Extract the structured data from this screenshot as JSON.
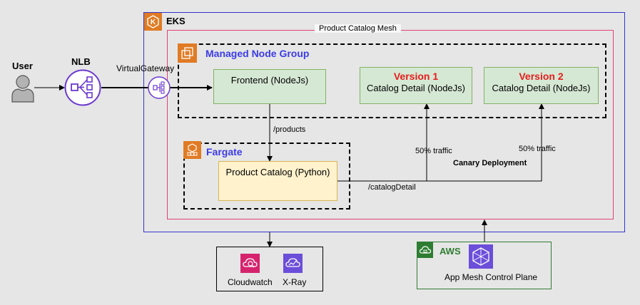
{
  "user": {
    "label": "User"
  },
  "nlb": {
    "label": "NLB"
  },
  "virtual_gateway": {
    "label": "VirtualGateway"
  },
  "eks": {
    "label": "EKS"
  },
  "mesh": {
    "label": "Product Catalog Mesh"
  },
  "node_group": {
    "label": "Managed Node Group"
  },
  "frontend": {
    "label": "Frontend (NodeJs)"
  },
  "version1": {
    "title": "Version 1",
    "label": "Catalog Detail (NodeJs)"
  },
  "version2": {
    "title": "Version 2",
    "label": "Catalog Detail (NodeJs)"
  },
  "fargate": {
    "label": "Fargate"
  },
  "product_catalog": {
    "label": "Product Catalog (Python)"
  },
  "edges": {
    "products": "/products",
    "catalog_detail": "/catalogDetail",
    "traffic1": "50% traffic",
    "traffic2": "50% traffic",
    "canary": "Canary Deployment"
  },
  "observability": {
    "cloudwatch": "Cloudwatch",
    "xray": "X-Ray"
  },
  "aws": {
    "label": "AWS",
    "control_plane": "App Mesh Control Plane"
  },
  "colors": {
    "eks_border": "#3333cc",
    "mesh_border": "#e0417a",
    "aws_orange": "#e07b24",
    "node_fill": "#d5e8d4",
    "node_border": "#82b366",
    "python_fill": "#fff2cc",
    "python_border": "#d6b656",
    "version_red": "#e81c1c",
    "fargate_blue": "#3b3be8",
    "aws_green": "#2e7d32",
    "nlb_purple": "#6b39cf",
    "cloudwatch_pink": "#d6236e",
    "xray_purple": "#6b4ed9"
  }
}
